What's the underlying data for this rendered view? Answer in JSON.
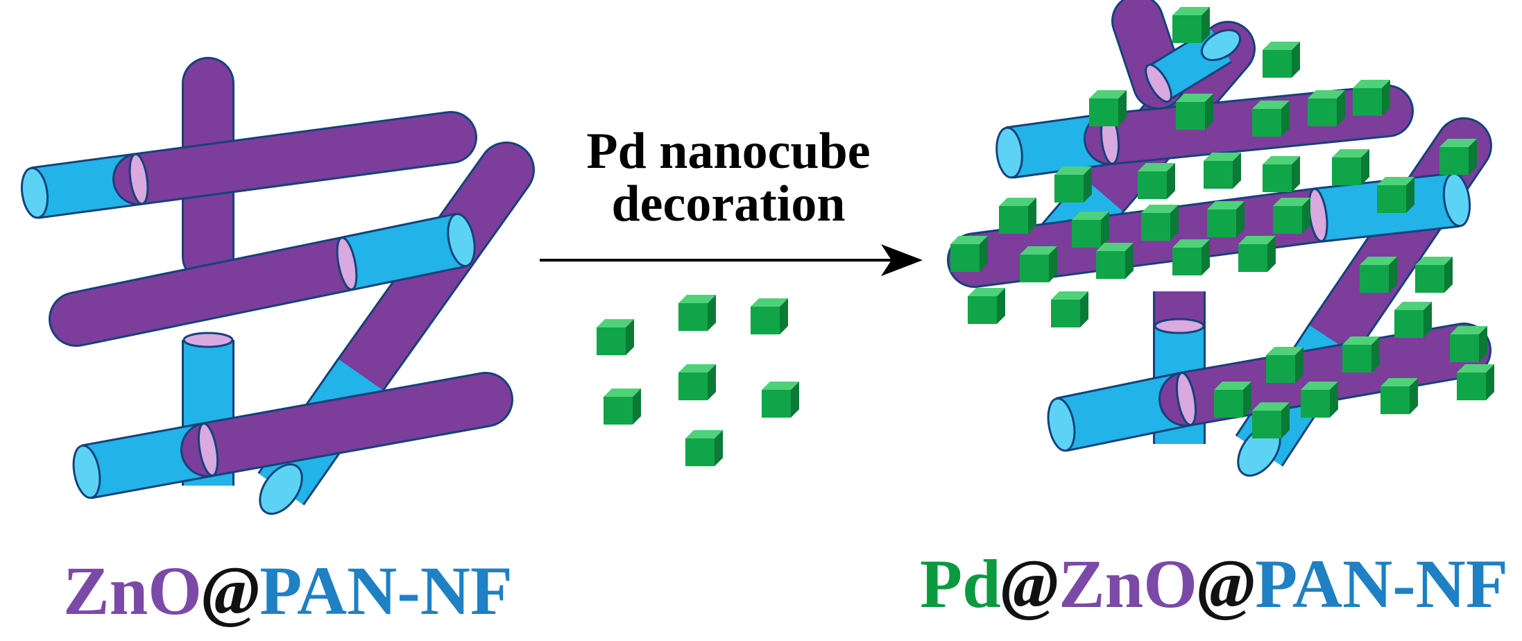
{
  "process": {
    "line1": "Pd nanocube",
    "line2": "decoration"
  },
  "left_label": {
    "part1": "ZnO",
    "at1": "@",
    "part2": "PAN-NF"
  },
  "right_label": {
    "part1": "Pd",
    "at1": "@",
    "part2": "ZnO",
    "at2": "@",
    "part3": "PAN-NF"
  },
  "colors": {
    "zno_purple": "#7c3d9b",
    "pan_blue": "#22b3e8",
    "pd_green": "#0fa24a",
    "ring_pink": "#d9a9e0",
    "label_purple": "#7b4aa6",
    "label_blue": "#1f80c4",
    "label_green": "#0c9a3f"
  }
}
